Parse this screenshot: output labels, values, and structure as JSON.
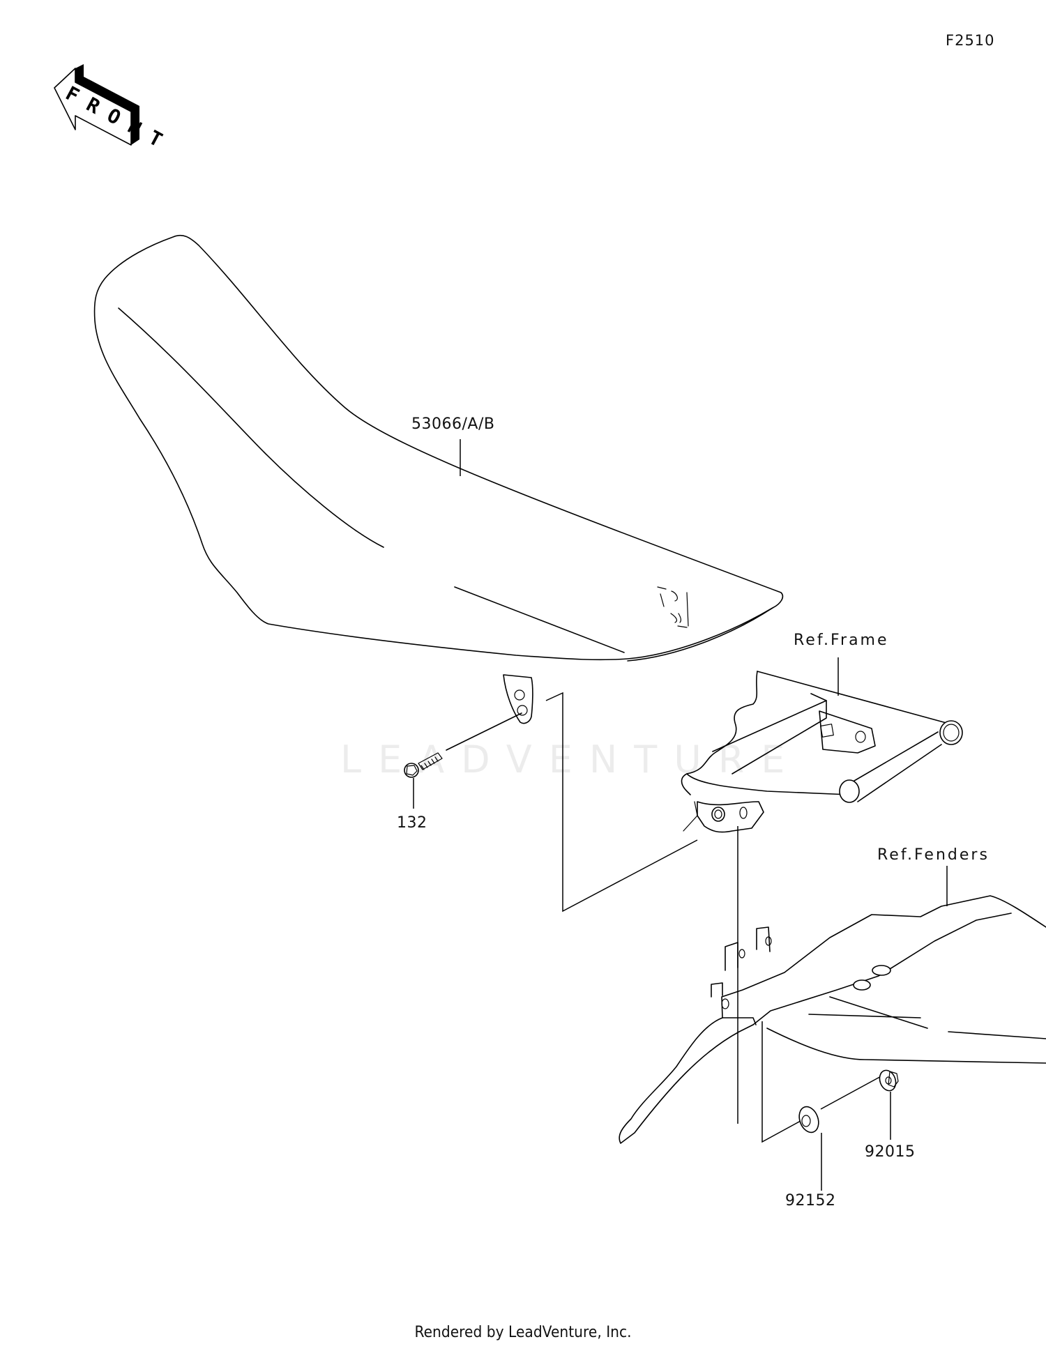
{
  "diagram": {
    "id": "F2510",
    "orientation_indicator": {
      "label": "FRONT",
      "icon": "front-arrow-icon"
    },
    "watermark": "LEADVENTURE",
    "footer": "Rendered by LeadVenture, Inc."
  },
  "parts": [
    {
      "callout": "53066/A/B",
      "description": "seat"
    },
    {
      "callout": "132",
      "description": "bolt"
    },
    {
      "callout": "92015",
      "description": "flange nut"
    },
    {
      "callout": "92152",
      "description": "collar"
    }
  ],
  "references": [
    {
      "label": "Ref.Frame"
    },
    {
      "label": "Ref.Fenders"
    }
  ]
}
